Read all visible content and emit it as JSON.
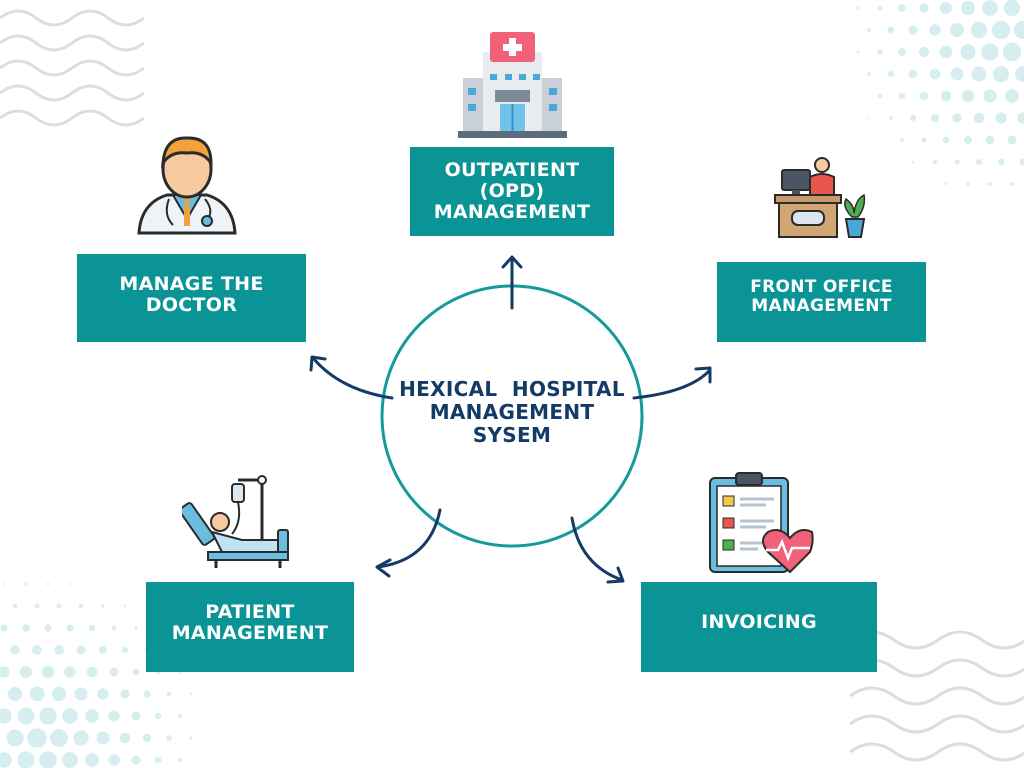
{
  "center": {
    "line1": "HEXICAL  HOSPITAL",
    "line2": "MANAGEMENT",
    "line3": "SYSEM"
  },
  "nodes": {
    "opd": {
      "line1": "OUTPATIENT",
      "line2": "(OPD)",
      "line3": "MANAGEMENT",
      "icon": "hospital-icon"
    },
    "doctor": {
      "line1": "MANAGE THE",
      "line2": "DOCTOR",
      "icon": "doctor-icon"
    },
    "front_office": {
      "line1": "FRONT OFFICE",
      "line2": "MANAGEMENT",
      "icon": "reception-desk-icon"
    },
    "patient": {
      "line1": "PATIENT",
      "line2": "MANAGEMENT",
      "icon": "patient-bed-icon"
    },
    "invoicing": {
      "line1": "INVOICING",
      "icon": "clipboard-heart-icon"
    }
  },
  "colors": {
    "box": "#0a9496",
    "title": "#143a66",
    "circle": "#139a9a",
    "arrow": "#143a66",
    "dots": "#d7eef0",
    "waves": "#d9dee6"
  }
}
